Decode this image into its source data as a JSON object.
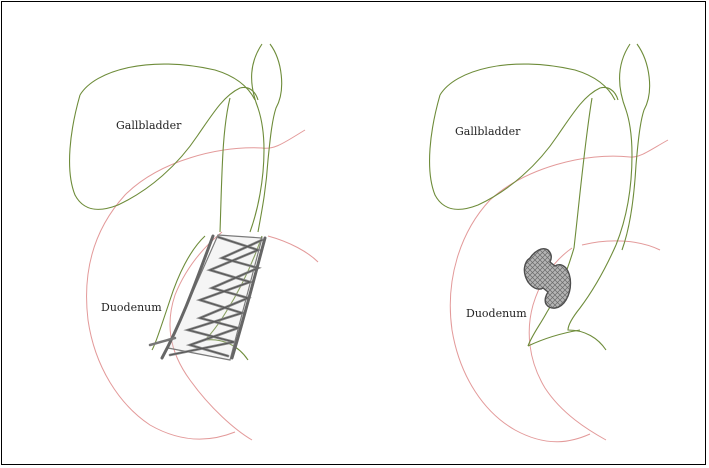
{
  "labels": {
    "left_gallbladder": "Gallbladder",
    "left_duodenum": "Duodenum",
    "right_gallbladder": "Gallbladder",
    "right_duodenum": "Duodenum"
  },
  "colors": {
    "bile_duct_outline": "#6e8c3a",
    "duodenum_outline": "#e39a9a",
    "stent_fill": "#9a9a9a",
    "stent_stroke": "#5a5a5a",
    "frame_border": "#000000"
  }
}
